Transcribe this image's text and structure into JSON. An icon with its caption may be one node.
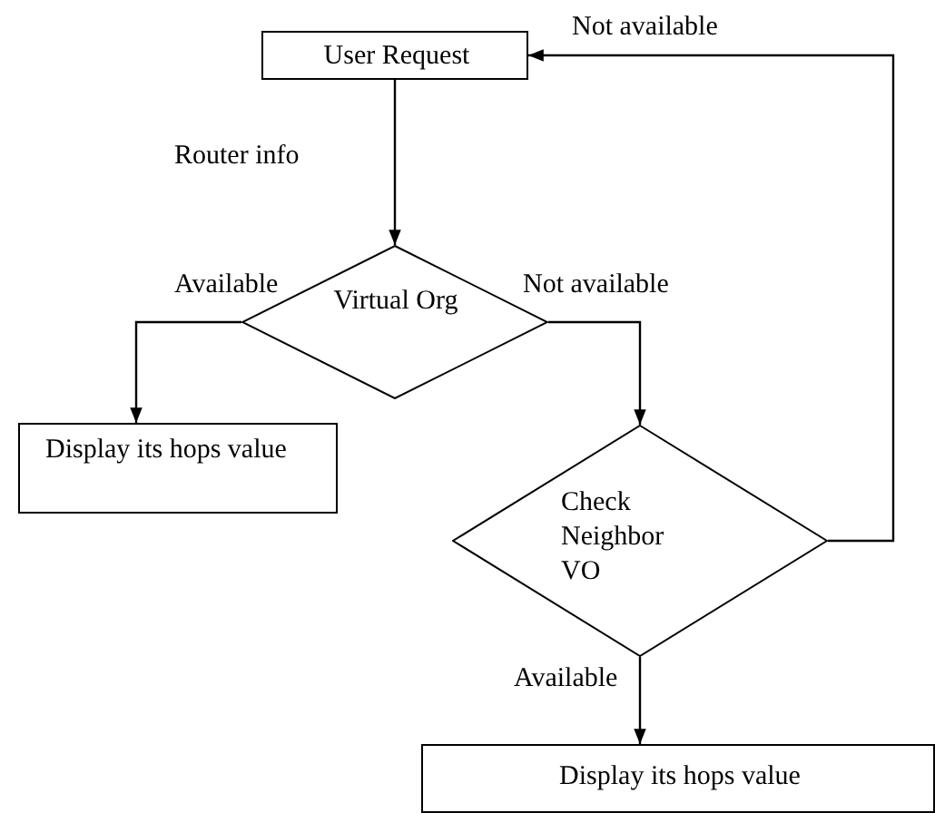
{
  "diagram": {
    "nodes": [
      {
        "text": [
          "User Request"
        ]
      },
      {
        "text": [
          "Virtual Org"
        ]
      },
      {
        "text": [
          "Display its hops value"
        ]
      },
      {
        "text": [
          "Check Neighbor VO"
        ]
      },
      {
        "text": [
          "Display its hops value"
        ]
      }
    ],
    "edges": [
      {
        "from": 0,
        "to": 1,
        "arrow": "to",
        "label": "Router info"
      },
      {
        "from": 1,
        "to": 2,
        "arrow": "to",
        "label": "Available"
      },
      {
        "from": 1,
        "to": 3,
        "arrow": "to",
        "label": "Not available"
      },
      {
        "from": 3,
        "to": 0,
        "arrow": "to",
        "label": "Not available"
      },
      {
        "from": 3,
        "to": 4,
        "arrow": "to",
        "label": "Available"
      }
    ]
  }
}
